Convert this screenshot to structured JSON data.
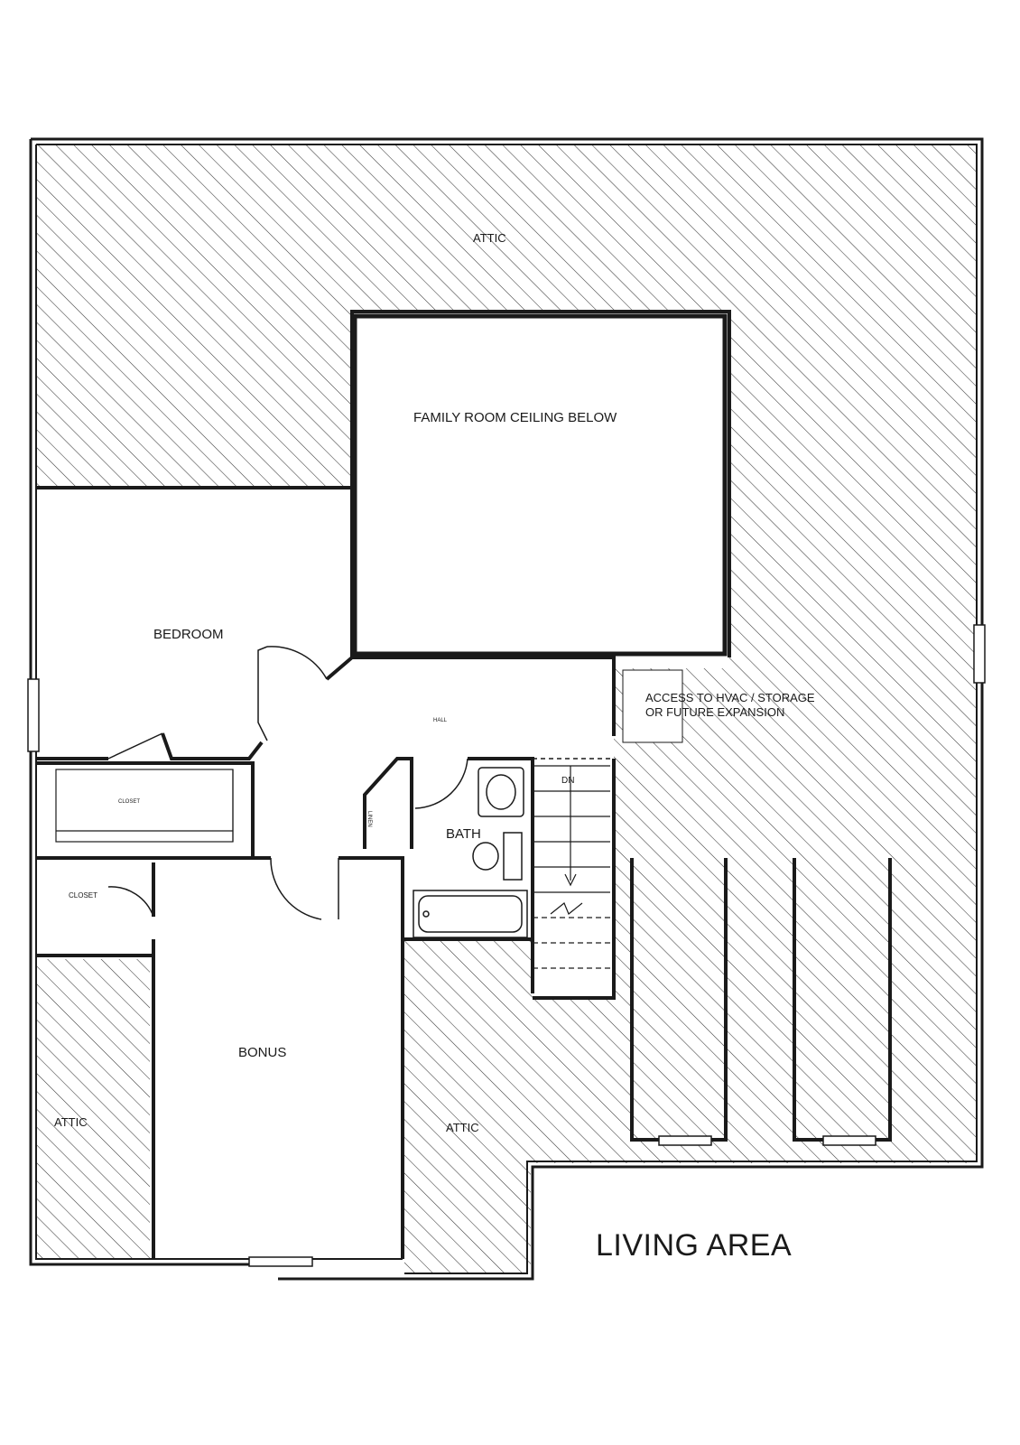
{
  "labels": {
    "attic_top": "ATTIC",
    "family_room": "FAMILY ROOM CEILING BELOW",
    "bedroom": "BEDROOM",
    "hall": "HALL",
    "access_note": "ACCESS TO HVAC / STORAGE OR FUTURE EXPANSION",
    "closet_bedroom": "CLOSET",
    "linen": "LINEN",
    "bath": "BATH",
    "down": "DN",
    "closet_bonus": "CLOSET",
    "bonus": "BONUS",
    "attic_left": "ATTIC",
    "attic_center": "ATTIC",
    "title": "LIVING AREA"
  },
  "colors": {
    "line": "#1a1a1a",
    "hatch": "#3a3a3a",
    "background": "#ffffff"
  }
}
